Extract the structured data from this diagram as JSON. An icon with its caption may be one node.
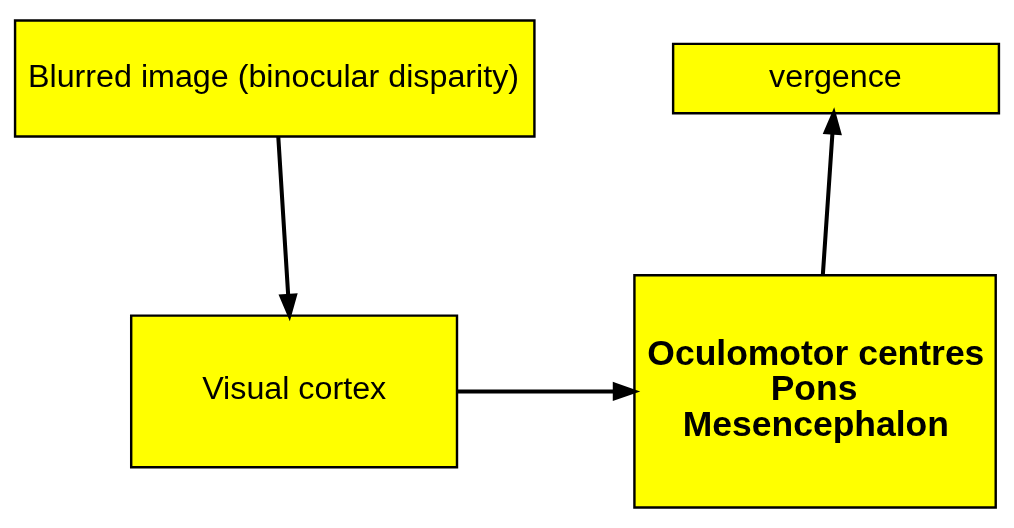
{
  "diagram": {
    "nodes": [
      {
        "text": [
          "Blurred image (binocular disparity)"
        ]
      },
      {
        "text": [
          "Visual cortex"
        ]
      },
      {
        "text": [
          "Oculomotor centres",
          "Pons",
          "Mesencephalon"
        ]
      },
      {
        "text": [
          "vergence"
        ]
      }
    ],
    "edges": [
      {
        "from": 0,
        "to": 1,
        "arrow": "to"
      },
      {
        "from": 1,
        "to": 2,
        "arrow": "to"
      },
      {
        "from": 2,
        "to": 3,
        "arrow": "to"
      }
    ]
  }
}
